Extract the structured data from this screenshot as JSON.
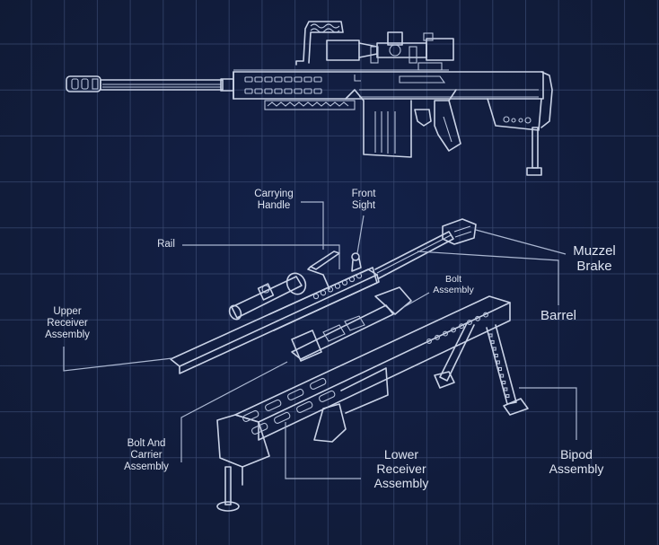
{
  "diagram": {
    "subject": "Sniper rifle blueprint (assembled side view and exploded isometric view)",
    "colors": {
      "background": "#121d3a",
      "grid": "#3a4a72",
      "linework": "#c9d2e6",
      "label_text": "#dfe5f2"
    }
  },
  "labels": {
    "carrying_handle": "Carrying\nHandle",
    "front_sight": "Front\nSight",
    "rail": "Rail",
    "muzzle_brake": "Muzzel\nBrake",
    "bolt_assembly": "Bolt\nAssembly",
    "barrel": "Barrel",
    "upper_receiver": "Upper\nReceiver\nAssembly",
    "bolt_carrier": "Bolt And\nCarrier\nAssembly",
    "lower_receiver": "Lower\nReceiver\nAssembly",
    "bipod": "Bipod\nAssembly"
  }
}
